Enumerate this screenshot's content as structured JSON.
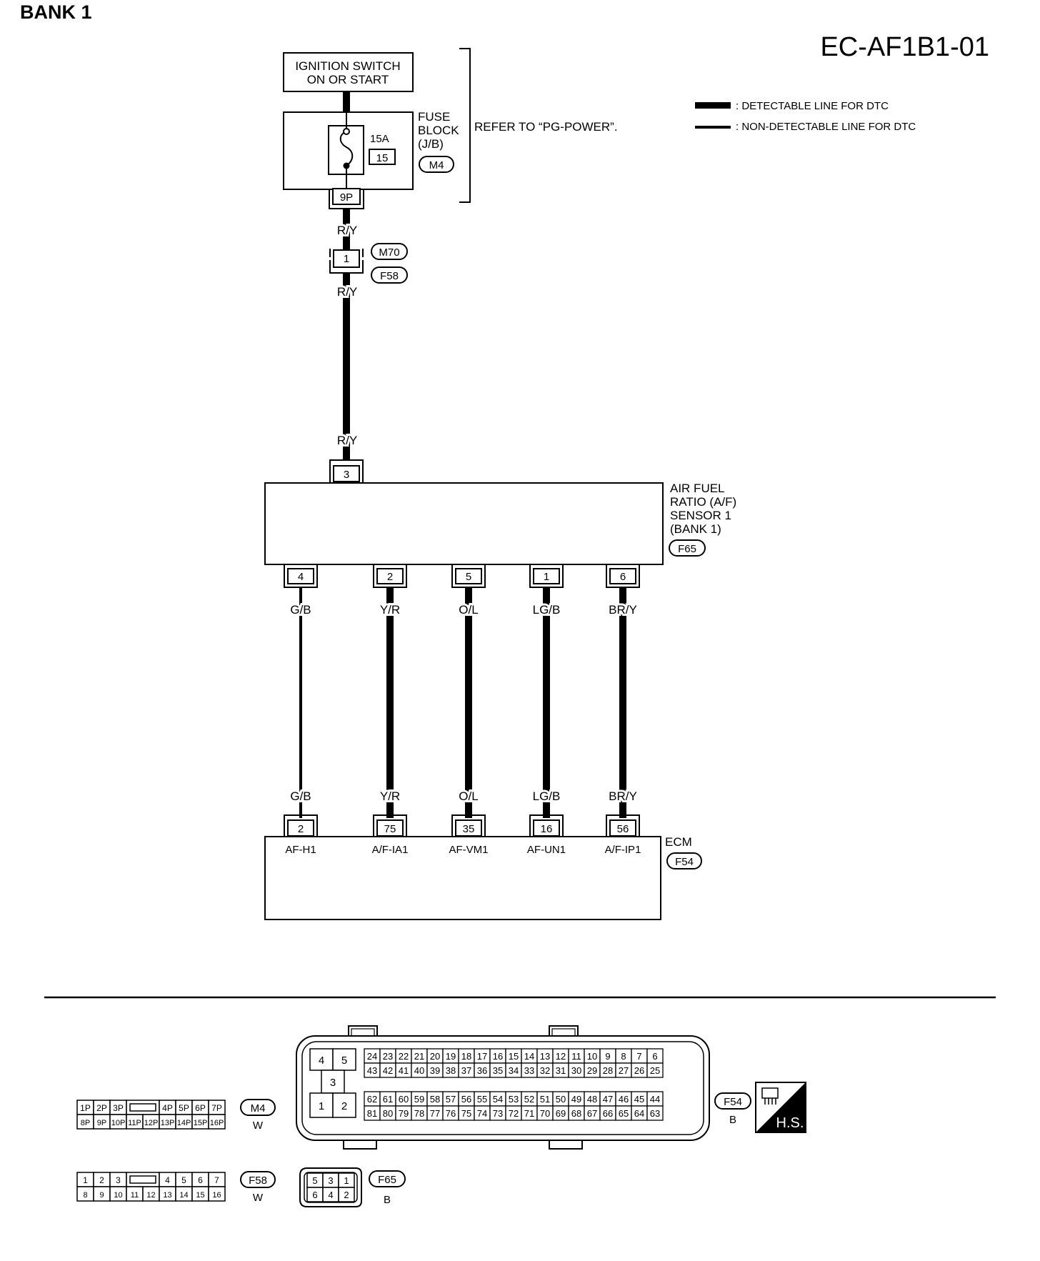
{
  "header": {
    "bank_title": "BANK 1",
    "diagram_code": "EC-AF1B1-01"
  },
  "legend": {
    "detectable": ": DETECTABLE LINE FOR DTC",
    "non_detectable": ": NON-DETECTABLE LINE FOR DTC"
  },
  "power": {
    "ignition_line1": "IGNITION SWITCH",
    "ignition_line2": "ON OR START",
    "fuse_title_1": "FUSE",
    "fuse_title_2": "BLOCK",
    "fuse_title_3": "(J/B)",
    "fuse_rating": "15A",
    "fuse_number": "15",
    "fuse_connector": "M4",
    "fuse_terminal": "9P",
    "refer_note": "REFER TO “PG-POWER”."
  },
  "joint": {
    "wire_color": "R/Y",
    "terminal": "1",
    "connector_top": "M70",
    "connector_bottom": "F58"
  },
  "sensor": {
    "name_1": "AIR FUEL",
    "name_2": "RATIO (A/F)",
    "name_3": "SENSOR 1",
    "name_4": "(BANK 1)",
    "connector": "F65",
    "power_terminal": "3",
    "power_wire": "R/Y"
  },
  "ecm": {
    "name": "ECM",
    "connector": "F54"
  },
  "wires": [
    {
      "sensor_terminal": "4",
      "color": "G/B",
      "ecm_terminal": "2",
      "ecm_label": "AF-H1",
      "detectable": false
    },
    {
      "sensor_terminal": "2",
      "color": "Y/R",
      "ecm_terminal": "75",
      "ecm_label": "A/F-IA1",
      "detectable": true
    },
    {
      "sensor_terminal": "5",
      "color": "O/L",
      "ecm_terminal": "35",
      "ecm_label": "AF-VM1",
      "detectable": true
    },
    {
      "sensor_terminal": "1",
      "color": "LG/B",
      "ecm_terminal": "16",
      "ecm_label": "AF-UN1",
      "detectable": true
    },
    {
      "sensor_terminal": "6",
      "color": "BR/Y",
      "ecm_terminal": "56",
      "ecm_label": "A/F-IP1",
      "detectable": true
    }
  ],
  "connectors": {
    "m4": {
      "id": "M4",
      "color": "W",
      "row1": [
        "1P",
        "2P",
        "3P",
        "",
        "4P",
        "5P",
        "6P",
        "7P"
      ],
      "row2": [
        "8P",
        "9P",
        "10P",
        "11P",
        "12P",
        "13P",
        "14P",
        "15P",
        "16P"
      ]
    },
    "f58": {
      "id": "F58",
      "color": "W",
      "row1": [
        "1",
        "2",
        "3",
        "",
        "4",
        "5",
        "6",
        "7"
      ],
      "row2": [
        "8",
        "9",
        "10",
        "11",
        "12",
        "13",
        "14",
        "15",
        "16"
      ]
    },
    "f65": {
      "id": "F65",
      "color": "B",
      "row1": [
        "5",
        "3",
        "1"
      ],
      "row2": [
        "6",
        "4",
        "2"
      ]
    },
    "f54": {
      "id": "F54",
      "color": "B",
      "left_block": [
        "4",
        "5",
        "3",
        "1",
        "2"
      ],
      "row1": [
        "24",
        "23",
        "22",
        "21",
        "20",
        "19",
        "18",
        "17",
        "16",
        "15",
        "14",
        "13",
        "12",
        "11",
        "10",
        "9",
        "8",
        "7",
        "6"
      ],
      "row2": [
        "43",
        "42",
        "41",
        "40",
        "39",
        "38",
        "37",
        "36",
        "35",
        "34",
        "33",
        "32",
        "31",
        "30",
        "29",
        "28",
        "27",
        "26",
        "25"
      ],
      "row3": [
        "62",
        "61",
        "60",
        "59",
        "58",
        "57",
        "56",
        "55",
        "54",
        "53",
        "52",
        "51",
        "50",
        "49",
        "48",
        "47",
        "46",
        "45",
        "44"
      ],
      "row4": [
        "81",
        "80",
        "79",
        "78",
        "77",
        "76",
        "75",
        "74",
        "73",
        "72",
        "71",
        "70",
        "69",
        "68",
        "67",
        "66",
        "65",
        "64",
        "63"
      ]
    },
    "hs_label": "H.S."
  }
}
